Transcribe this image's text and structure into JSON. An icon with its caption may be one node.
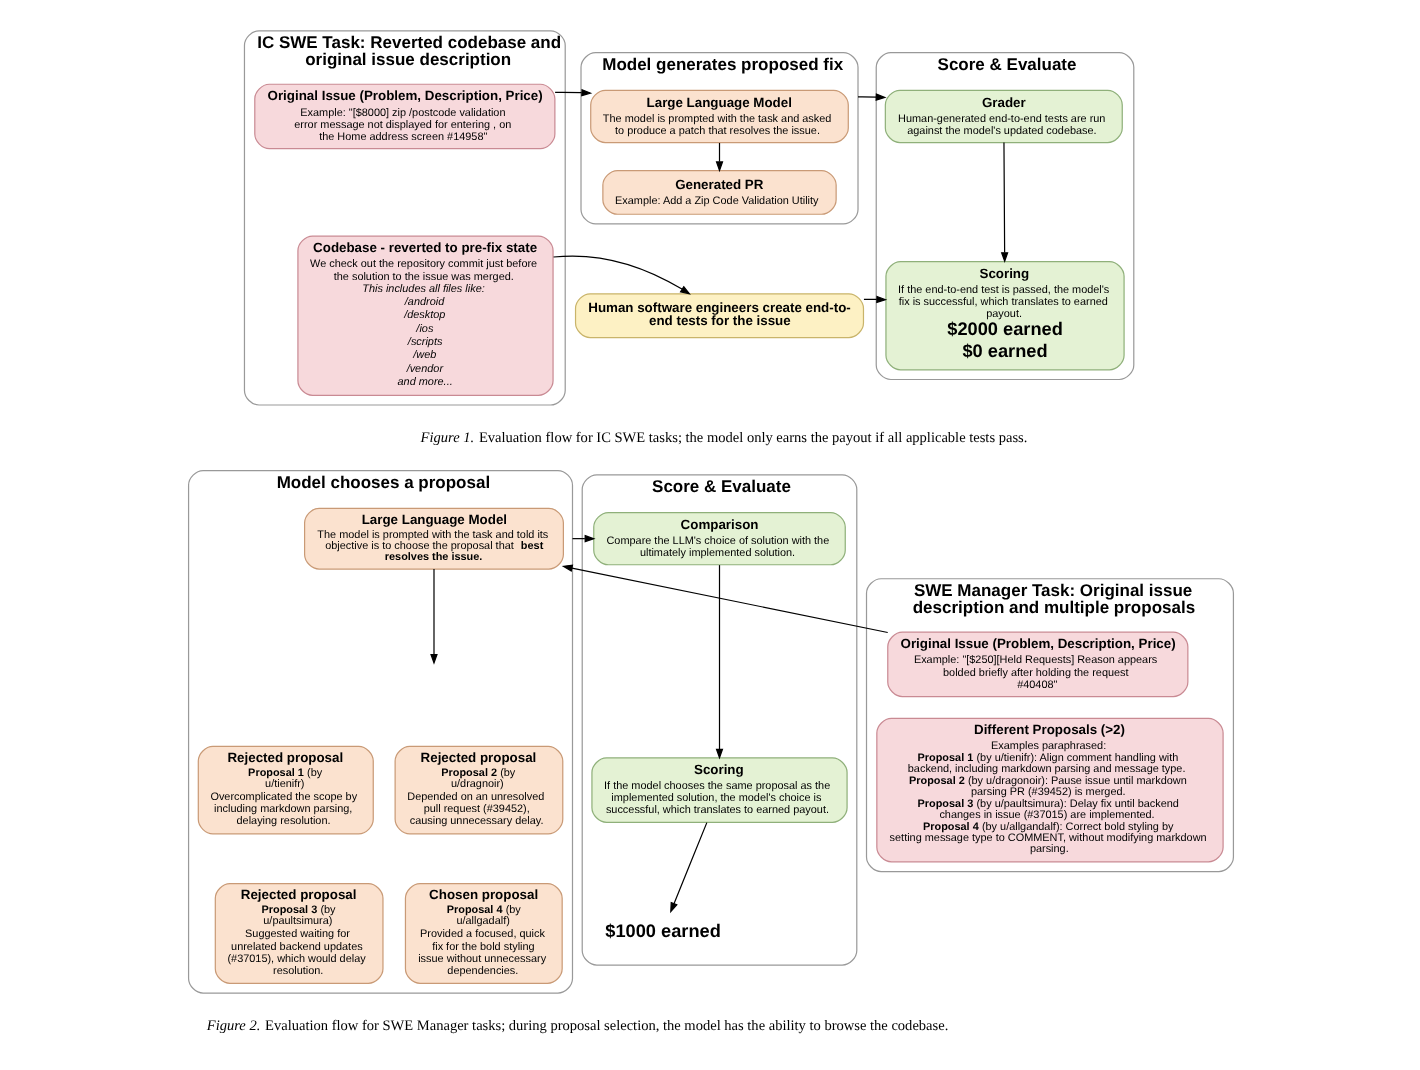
{
  "diagram": {
    "nodes": [
      {
        "text": [
          "IC SWE Task: Reverted codebase and original issue description"
        ]
      },
      {
        "text": [
          "Original Issue (Problem, Description, Price)",
          "Example: \"[$8000] zip /postcode validation error message not displayed for entering , on the Home address screen #14958\""
        ],
        "in": 0
      },
      {
        "text": [
          "Codebase - reverted to pre-fix state",
          "We check out the repository commit just before the solution to the issue was merged.",
          "This includes all files like:",
          "/android",
          "/desktop",
          "/ios",
          "/scripts",
          "/web",
          "/vendor",
          "and more..."
        ],
        "in": 0
      },
      {
        "text": [
          "Model generates proposed fix"
        ]
      },
      {
        "text": [
          "Large Language Model",
          "The model is prompted with the task and asked to produce a patch that resolves the issue."
        ],
        "in": 3
      },
      {
        "text": [
          "Generated PR",
          "Example: Add a Zip Code Validation Utility"
        ],
        "in": 3
      },
      {
        "text": [
          "Human software engineers create end-to-end tests for the issue"
        ]
      },
      {
        "text": [
          "Score & Evaluate"
        ]
      },
      {
        "text": [
          "Grader",
          "Human-generated end-to-end tests are run against the model's updated codebase."
        ],
        "in": 7
      },
      {
        "text": [
          "Scoring",
          "If the end-to-end test is passed, the model's fix is successful, which translates to earned payout.",
          "$2000 earned",
          "$0 earned"
        ],
        "in": 7
      },
      {
        "text": [
          "SWE Manager Task: Original issue description and multiple proposals"
        ]
      },
      {
        "text": [
          "Original Issue (Problem, Description, Price)",
          "Example: \"[$250][Held Requests] Reason appears bolded briefly after holding the request #40408\""
        ],
        "in": 10
      },
      {
        "text": [
          "Different Proposals (>2)",
          "Examples paraphrased:",
          "**Proposal 1** (by u/tienifr): Align comment handling with backend, including markdown parsing and message type.",
          "**Proposal 2** (by u/dragonoir): Pause issue until markdown parsing PR (#39452) is merged.",
          "**Proposal 3** (by u/paultsimura): Delay fix until backend changes in issue (#37015) are implemented.",
          "**Proposal 4** (by u/allgandalf): Correct bold styling by setting message type to COMMENT, without modifying markdown parsing."
        ],
        "in": 10
      },
      {
        "text": [
          "Model chooses a proposal"
        ]
      },
      {
        "text": [
          "Large Language Model",
          "The model is prompted with the task and told its objective is to choose the proposal that **best resolves the issue.**"
        ],
        "in": 13
      },
      {
        "text": [
          "Rejected proposal",
          "**Proposal 1** (by u/tienifr)",
          "Overcomplicated the scope by including markdown parsing, delaying resolution."
        ],
        "in": 13
      },
      {
        "text": [
          "Rejected proposal",
          "**Proposal 2** (by u/dragnoir)",
          "Depended on an unresolved pull request (#39452), causing unnecessary delay."
        ],
        "in": 13
      },
      {
        "text": [
          "Rejected proposal",
          "**Proposal 3** (by u/paultsimura)",
          "Suggested waiting for unrelated backend updates (#37015), which would delay resolution."
        ],
        "in": 13
      },
      {
        "text": [
          "Chosen proposal",
          "**Proposal 4** (by u/allgadalf)",
          "Provided a focused, quick fix for the bold styling issue without unnecessary dependencies."
        ],
        "in": 13
      },
      {
        "text": [
          "Score & Evaluate"
        ]
      },
      {
        "text": [
          "Comparison",
          "Compare the LLM's choice of solution with the ultimately implemented solution."
        ],
        "in": 19
      },
      {
        "text": [
          "Scoring",
          "If the model chooses the same proposal as the implemented solution, the model's choice is successful, which translates to earned payout."
        ],
        "in": 19
      },
      {
        "text": [
          "$1000 earned"
        ],
        "in": 19
      }
    ],
    "edges": [
      {
        "from": 1,
        "to": 4,
        "arrow": "to"
      },
      {
        "from": 2,
        "to": 6,
        "arrow": "to"
      },
      {
        "from": 4,
        "to": 5,
        "arrow": "to"
      },
      {
        "from": 3,
        "to": 8,
        "arrow": "to"
      },
      {
        "from": 6,
        "to": 9,
        "arrow": "to"
      },
      {
        "from": 8,
        "to": 9,
        "arrow": "to"
      },
      {
        "from": 11,
        "to": 14,
        "arrow": "to"
      },
      {
        "from": 13,
        "to": 20,
        "arrow": "to"
      },
      {
        "from": 14,
        "to": null,
        "arrow": "to"
      },
      {
        "from": 20,
        "to": 21,
        "arrow": "to"
      },
      {
        "from": 21,
        "to": 22,
        "arrow": "to"
      }
    ],
    "labels": [
      "*Figure 1.* Evaluation flow for IC SWE tasks; the model only earns the payout if all applicable tests pass.",
      "*Figure 2.* Evaluation flow for SWE Manager tasks; during proposal selection, the model has the ability to browse the codebase."
    ]
  }
}
